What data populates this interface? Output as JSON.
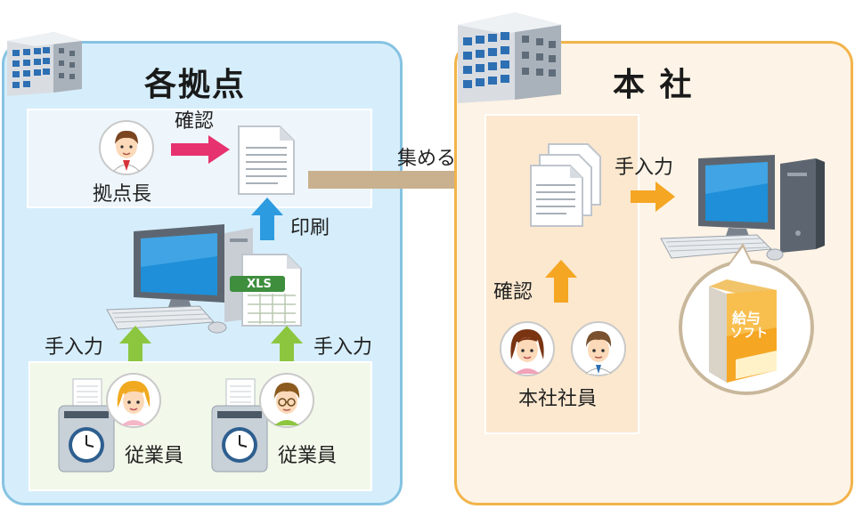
{
  "branch": {
    "title": "各拠点",
    "confirm_label": "確認",
    "manager_label": "拠点長",
    "print_label": "印刷",
    "xls_label": "XLS",
    "input_left_label": "手入力",
    "input_right_label": "手入力",
    "employee_left_label": "従業員",
    "employee_right_label": "従業員"
  },
  "collect_label": "集める",
  "headquarters": {
    "title": "本 社",
    "input_label": "手入力",
    "confirm_label": "確認",
    "staff_label": "本社社員",
    "software_label_line1": "給与",
    "software_label_line2": "ソフト"
  },
  "colors": {
    "branch_bg": "#d6eefb",
    "branch_border": "#7fbfe0",
    "hq_bg": "#fdf3e6",
    "hq_border": "#f2b44a",
    "pink_arrow": "#e6326e",
    "blue_arrow": "#2d9be0",
    "green_arrow": "#8cc63f",
    "brown_arrow": "#c9b08e",
    "orange_arrow": "#f5a623"
  }
}
